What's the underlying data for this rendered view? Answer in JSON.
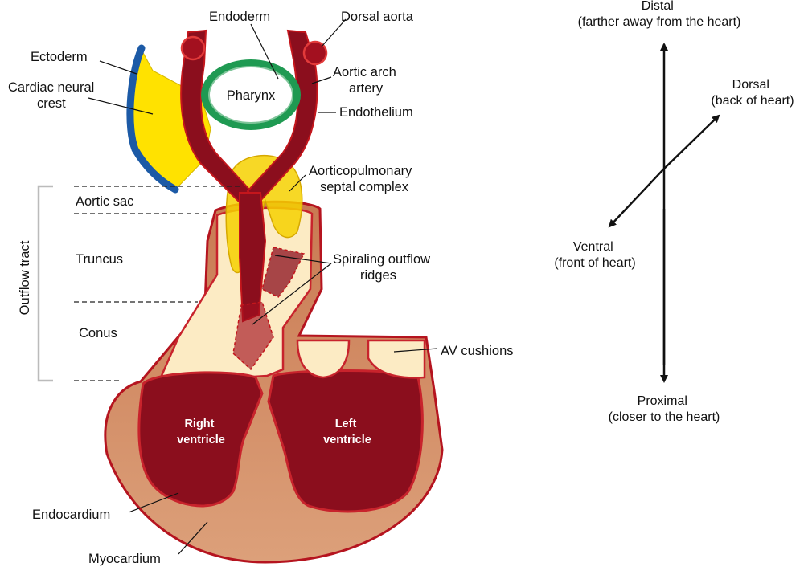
{
  "colors": {
    "artery": "#8b0e1d",
    "artery_edge": "#c4161c",
    "neural_crest": "#ffe200",
    "ectoderm": "#1c5aa6",
    "endoderm": "#1f9a52",
    "myocardium": "#cc8258",
    "endocardium": "#c8232c",
    "cushion": "#fcebc4",
    "septal": "#f6d100"
  },
  "labels": {
    "endoderm": "Endoderm",
    "dorsal_aorta": "Dorsal aorta",
    "ectoderm": "Ectoderm",
    "cardiac_neural_crest": [
      "Cardiac neural",
      "crest"
    ],
    "pharynx": "Pharynx",
    "aortic_arch_artery": [
      "Aortic arch",
      "artery"
    ],
    "endothelium": "Endothelium",
    "aorticopulmonary_septal_complex": [
      "Aorticopulmonary",
      "septal complex"
    ],
    "aortic_sac": "Aortic sac",
    "outflow_tract": "Outflow tract",
    "truncus": "Truncus",
    "spiraling_outflow_ridges": [
      "Spiraling outflow",
      "ridges"
    ],
    "conus": "Conus",
    "av_cushions": "AV cushions",
    "right_ventricle": [
      "Right",
      "ventricle"
    ],
    "left_ventricle": [
      "Left",
      "ventricle"
    ],
    "endocardium": "Endocardium",
    "myocardium": "Myocardium"
  },
  "compass": {
    "distal": [
      "Distal",
      "(farther away from the heart)"
    ],
    "dorsal": [
      "Dorsal",
      "(back of heart)"
    ],
    "ventral": [
      "Ventral",
      "(front of heart)"
    ],
    "proximal": [
      "Proximal",
      "(closer to the heart)"
    ]
  }
}
